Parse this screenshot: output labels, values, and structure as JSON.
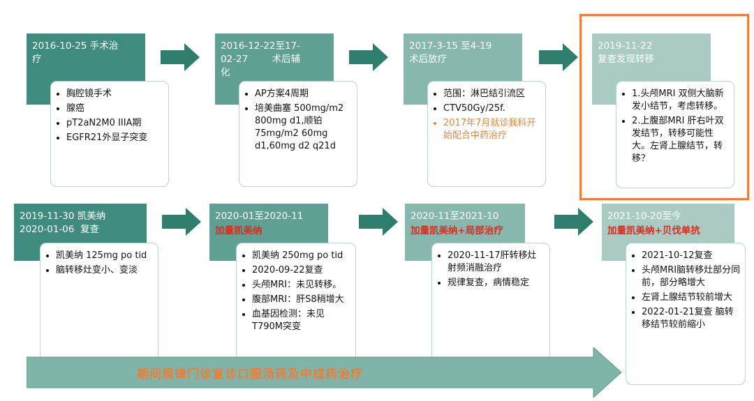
{
  "timeline": {
    "stages": [
      {
        "header": [
          "2016-10-25 手术治",
          "疗"
        ],
        "highlight": "",
        "items": [
          {
            "text": "胸腔镜手术"
          },
          {
            "text": "腺癌"
          },
          {
            "text": "pT2aN2M0 IIIA期"
          },
          {
            "text": "EGFR21外显子突变"
          }
        ]
      },
      {
        "header": [
          "2016-12-22至17-",
          "02-27        术后辅",
          "化"
        ],
        "highlight": "",
        "items": [
          {
            "text": "AP方案4周期"
          },
          {
            "text": "培美曲塞 500mg/m2 800mg d1,顺铂 75mg/m2 60mg d1,60mg d2 q21d"
          }
        ]
      },
      {
        "header": [
          "2017-3-15 至4-19",
          "术后放疗"
        ],
        "highlight": "",
        "items": [
          {
            "text": "范围：淋巴结引流区"
          },
          {
            "text": "CTV50Gy/25f."
          },
          {
            "text": "2017年7月就诊我科开始配合中药治疗",
            "orange": true
          }
        ]
      },
      {
        "header": [
          "2019-11-22",
          "复查发现转移"
        ],
        "highlight": "",
        "items": [
          {
            "text": "1.头颅MRI 双侧大脑新发小结节，考虑转移。"
          },
          {
            "text": "2.上腹部MRI 肝右叶双发结节，转移可能性大。左肾上腺结节，转移？"
          }
        ]
      },
      {
        "header": [
          "2019-11-30 凯美纳",
          "2020-01-06  复查"
        ],
        "highlight": "",
        "items": [
          {
            "text": "凯美纳 125mg po tid"
          },
          {
            "text": "脑转移灶变小、变淡"
          }
        ]
      },
      {
        "header": [
          "2020-01至2020-11"
        ],
        "highlight": "加量凯美纳",
        "items": [
          {
            "text": "凯美纳 250mg po tid"
          },
          {
            "text": "2020-09-22复查"
          },
          {
            "text": "头颅MRI：未见转移。"
          },
          {
            "text": "腹部MRI：肝S8稍增大"
          },
          {
            "text": "血基因检测：未见T790M突变"
          }
        ]
      },
      {
        "header": [
          "2020-11至2021-10"
        ],
        "highlight": "加量凯美纳+局部治疗",
        "items": [
          {
            "text": "2020-11-17肝转移灶射频消融治疗"
          },
          {
            "text": "规律复查，病情稳定"
          }
        ]
      },
      {
        "header": [
          "2021-10-20至今"
        ],
        "highlight": "加量凯美纳+贝伐单抗",
        "items": [
          {
            "text": "2021-10-12复查"
          },
          {
            "text": "头颅MRI脑转移灶部分同前，部分略增大"
          },
          {
            "text": "左肾上腺结节较前增大"
          },
          {
            "text": "2022-01-21复查 脑转移结节较前缩小"
          }
        ]
      }
    ]
  },
  "bottom_banner": "期间规律门诊复诊口服汤药及中成药治疗",
  "colors": {
    "stage_1": "#3f8c7e",
    "stage_2": "#60a093",
    "stage_3": "#88b7ae",
    "stage_4": "#a9cbc4",
    "arrow": "#2f7d6d",
    "highlight_red": "#e02a1c",
    "frame_orange": "#ee7d35",
    "banner_fill": "#7fb4a9"
  }
}
